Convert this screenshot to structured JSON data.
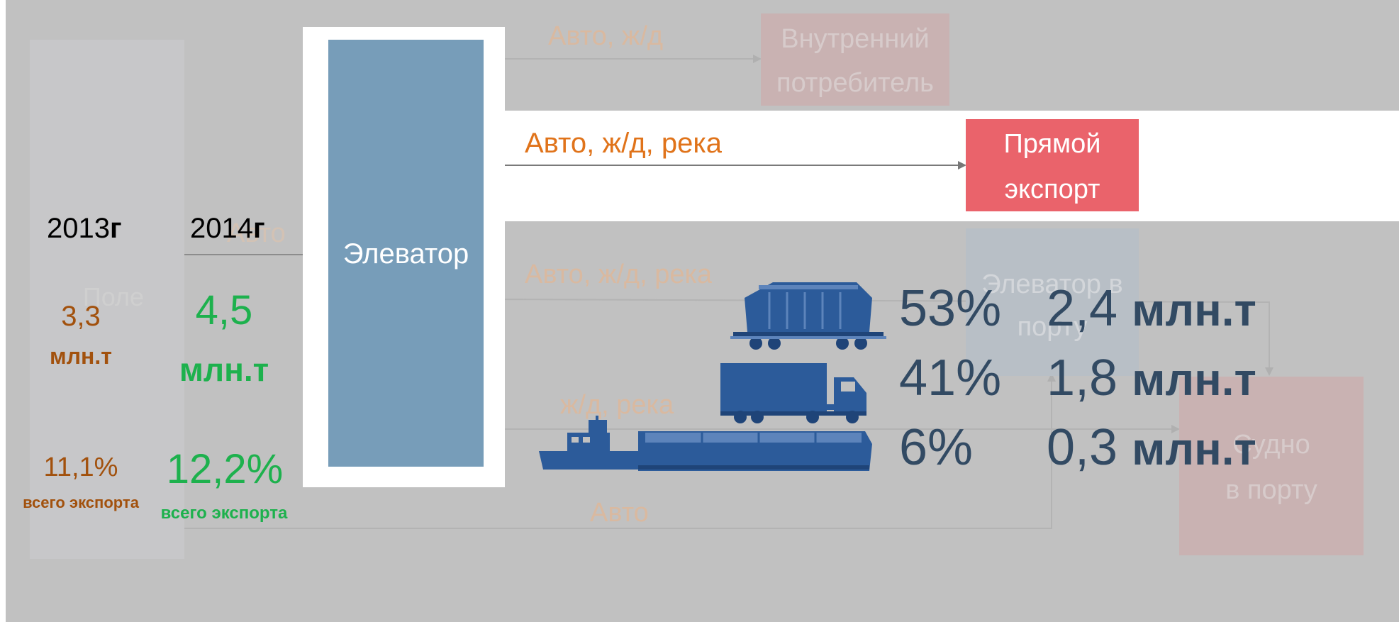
{
  "years": {
    "y2013": "2013",
    "y2014": "2014",
    "suffix": "г"
  },
  "field_label": "Поле",
  "auto_left": "Авто",
  "stats_2013": {
    "volume": "3,3",
    "unit": "млн.т",
    "share": "11,1%",
    "share_label": "всего экспорта"
  },
  "stats_2014": {
    "volume": "4,5",
    "unit": "млн.т",
    "share": "12,2%",
    "share_label": "всего экспорта"
  },
  "elevator_label": "Элеватор",
  "routes": {
    "top_label": "Авто, ж/д",
    "direct_label": "Авто, ж/д, река",
    "middle_label": "Авто, ж/д, река",
    "lower_label": "ж/д, река",
    "bottom_label": "Авто"
  },
  "destinations": {
    "domestic": [
      "Внутренний",
      "потребитель"
    ],
    "direct_export": [
      "Прямой",
      "экспорт"
    ],
    "port_elevator": [
      "Элеватор в",
      "порту"
    ],
    "ship": [
      "Судно",
      "в порту"
    ]
  },
  "transport_split": [
    {
      "icon": "rail-hopper-car-icon",
      "percent": "53%",
      "volume": "2,4",
      "unit": "млн.т"
    },
    {
      "icon": "truck-icon",
      "percent": "41%",
      "volume": "1,8",
      "unit": "млн.т"
    },
    {
      "icon": "barge-icon",
      "percent": "6%",
      "volume": "0,3",
      "unit": "млн.т"
    }
  ],
  "colors": {
    "overlay": "#c1c1c1",
    "elevator": "#779db9",
    "direct_export": "#ea636b",
    "orange": "#e0731a",
    "green": "#1db14d",
    "brown": "#a2510d",
    "dark_blue": "#324a63",
    "icon_blue": "#2c5b9a"
  }
}
